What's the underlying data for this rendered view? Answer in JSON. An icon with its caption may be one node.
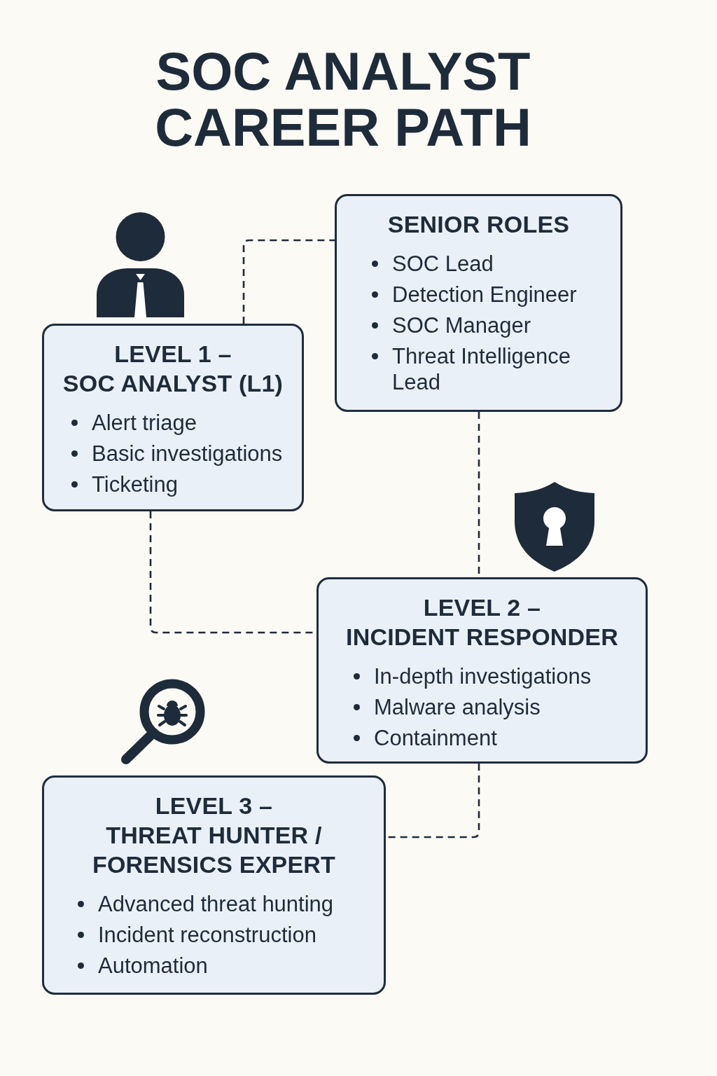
{
  "diagram": {
    "title": "SOC ANALYST CAREER PATH",
    "nodes": [
      {
        "text": [
          "LEVEL 1 – SOC ANALYST (L1)",
          "Alert triage",
          "Basic investigations",
          "Ticketing"
        ]
      },
      {
        "text": [
          "SENIOR ROLES",
          "SOC Lead",
          "Detection Engineer",
          "SOC Manager",
          "Threat Intelligence Lead"
        ]
      },
      {
        "text": [
          "LEVEL 2 – INCIDENT RESPONDER",
          "In-depth investigations",
          "Malware analysis",
          "Containment"
        ]
      },
      {
        "text": [
          "LEVEL 3 – THREAT HUNTER / FORENSICS EXPERT",
          "Advanced threat hunting",
          "Incident reconstruction",
          "Automation"
        ]
      }
    ],
    "edges": [
      {
        "from": 0,
        "to": 1,
        "arrow": "none",
        "style": "dashed"
      },
      {
        "from": 0,
        "to": 2,
        "arrow": "none",
        "style": "dashed"
      },
      {
        "from": 1,
        "to": 2,
        "arrow": "none",
        "style": "dashed"
      },
      {
        "from": 2,
        "to": 3,
        "arrow": "none",
        "style": "dashed"
      }
    ]
  }
}
